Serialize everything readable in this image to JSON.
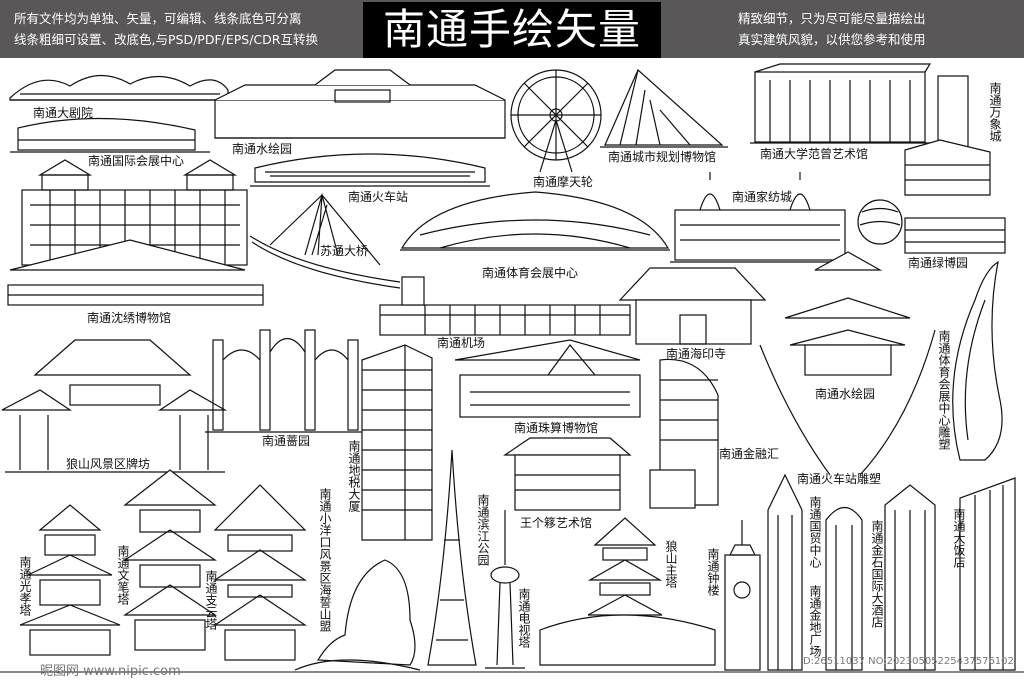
{
  "header": {
    "left_line1": "所有文件均为单独、矢量，可编辑、线条底色可分离",
    "left_line2": "线条粗细可设置、改底色,与PSD/PDF/EPS/CDR互转换",
    "title": "南通手绘矢量",
    "right_line1": "精致细节，只为尽可能尽量描绘出",
    "right_line2": "真实建筑风貌，以供您参考和使用"
  },
  "labels": {
    "grand_theater": "南通大剧院",
    "convention_center": "南通国际会展中心",
    "water_garden_top": "南通水绘园",
    "railway_station": "南通火车站",
    "ferris_wheel": "南通摩天轮",
    "urban_planning_museum": "南通城市规划博物馆",
    "university_art_museum": "南通大学范曾艺术馆",
    "wanxiang_city": "南通万象城",
    "embroidery_museum": "南通沈绣博物馆",
    "sutong_bridge": "苏通大桥",
    "home_textile_city": "南通家纺城",
    "sports_center": "南通体育会展中心",
    "green_expo_park": "南通绿博园",
    "airport": "南通机场",
    "haiyin_temple": "南通海印寺",
    "water_garden_pagoda": "南通水绘园",
    "sports_sculpture": "南通体育会展中心雕塑",
    "langshan_arch": "狼山风景区牌坊",
    "qiang_garden": "南通蔷园",
    "tax_building": "南通地税大厦",
    "abacus_museum": "南通珠算博物馆",
    "jinrong_hui": "南通金融汇",
    "station_sculpture": "南通火车站雕塑",
    "wang_art_museum": "王个簃艺术馆",
    "guangxiao_pagoda": "南通光孝塔",
    "wenbi_pagoda": "南通文笔塔",
    "zhiyun_pagoda": "南通支云塔",
    "xiaoyangkou": "南通小洋口风景区海誓山盟",
    "binjiang_park": "南通滨江公园",
    "tv_tower": "南通电视塔",
    "langshan_pagoda": "狼山主塔",
    "bell_tower": "南通钟楼",
    "trade_center": "南通国贸中心",
    "jindi_plaza": "南通金地广场",
    "jinshi_hotel": "南通金石国际大酒店",
    "grand_hotel": "南通大饭店"
  },
  "watermark": {
    "site": "昵图网 www.nipic.com",
    "id": "ID:26511037 NO:20230505225437576102"
  },
  "colors": {
    "topbar": "#5a5758",
    "title_bg": "#000000",
    "line": "#111111"
  }
}
